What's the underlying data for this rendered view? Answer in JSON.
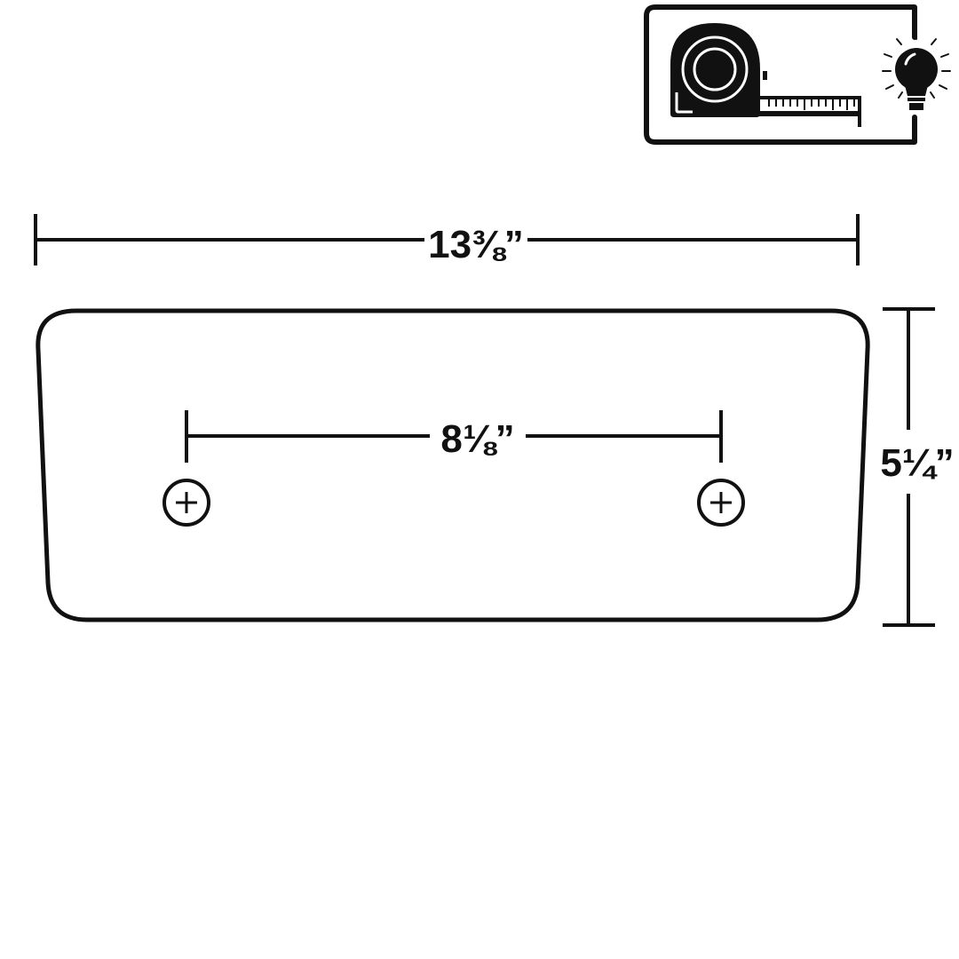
{
  "dimensions": {
    "overall_width": "13⅜”",
    "hole_spacing": "8⅛”",
    "height": "5¼”"
  },
  "icons": {
    "badge": "tape-measure-icon",
    "tip": "lightbulb-icon"
  },
  "colors": {
    "stroke": "#111111",
    "background": "#ffffff"
  }
}
